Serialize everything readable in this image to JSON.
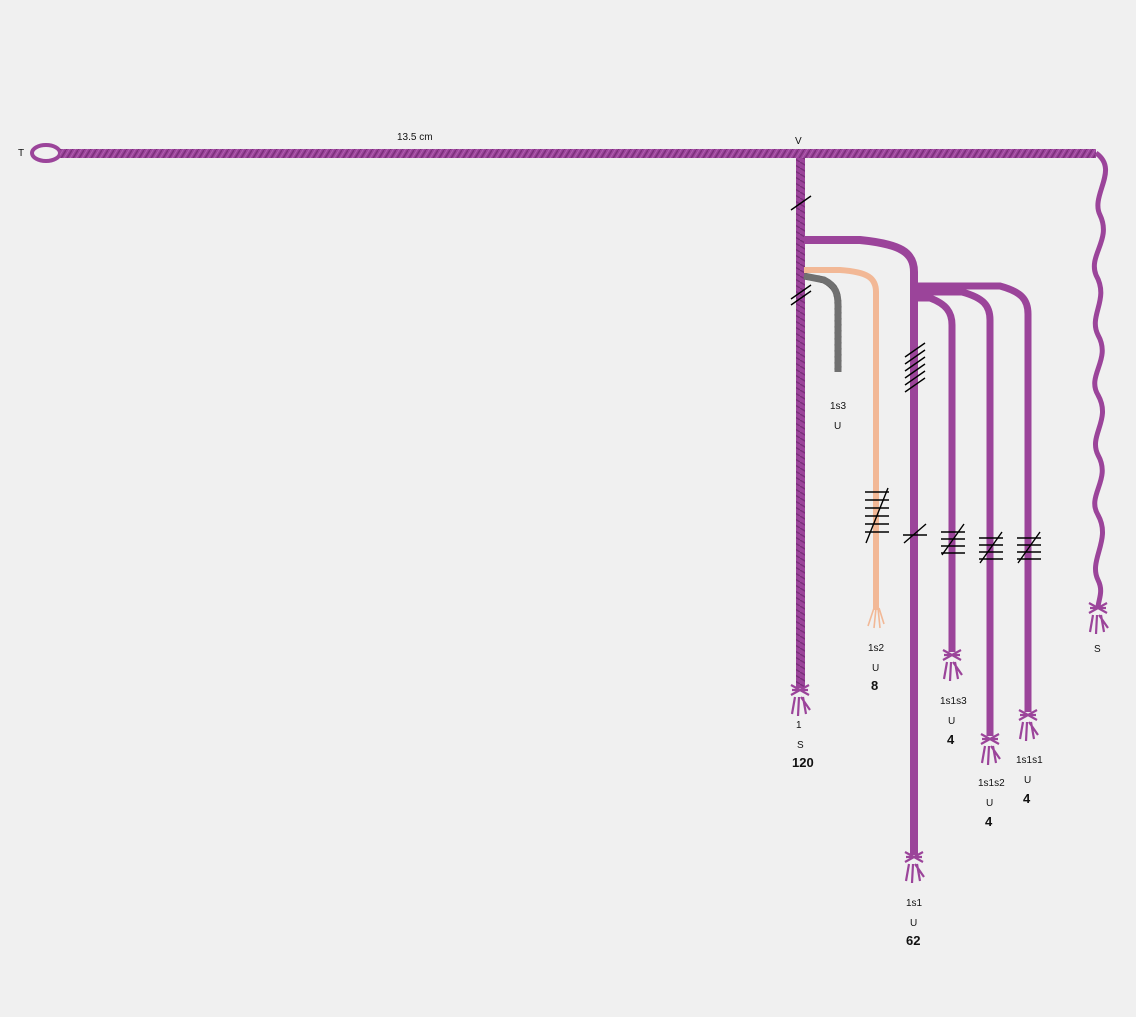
{
  "colors": {
    "background": "#f0f0f0",
    "cord_purple": "#9b449a",
    "cord_peach": "#f2b896",
    "cord_gray": "#707070",
    "knot": "#000000"
  },
  "primary": {
    "start_label": "T",
    "end_label": "S",
    "length_label": "13.5 cm",
    "attach_label": "V"
  },
  "cords": [
    {
      "id": "1",
      "attachment": "S",
      "value": "120",
      "color": "purple",
      "knots": [
        1,
        2
      ],
      "knot_groups": []
    },
    {
      "id": "1s3",
      "attachment": "U",
      "value": "",
      "color": "gray",
      "knots": [],
      "knot_groups": []
    },
    {
      "id": "1s2",
      "attachment": "U",
      "value": "8",
      "color": "peach",
      "knots": [],
      "knot_groups": [
        6
      ]
    },
    {
      "id": "1s1",
      "attachment": "U",
      "value": "62",
      "color": "purple",
      "knots": [],
      "knot_groups": [
        6,
        1
      ]
    },
    {
      "id": "1s1s3",
      "attachment": "U",
      "value": "4",
      "color": "purple",
      "knots": [],
      "knot_groups": [
        4
      ]
    },
    {
      "id": "1s1s2",
      "attachment": "U",
      "value": "4",
      "color": "purple",
      "knots": [],
      "knot_groups": [
        4
      ]
    },
    {
      "id": "1s1s1",
      "attachment": "U",
      "value": "4",
      "color": "purple",
      "knots": [],
      "knot_groups": [
        4
      ]
    }
  ]
}
